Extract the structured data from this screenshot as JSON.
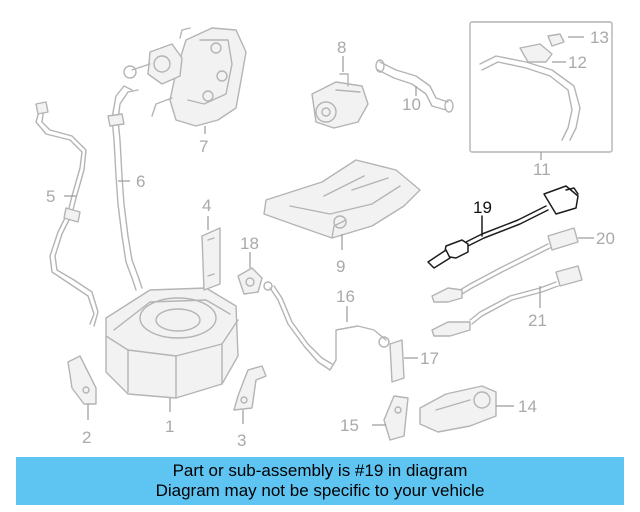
{
  "callouts": {
    "c1": "1",
    "c2": "2",
    "c3": "3",
    "c4": "4",
    "c5": "5",
    "c6": "6",
    "c7": "7",
    "c8": "8",
    "c9": "9",
    "c10": "10",
    "c11": "11",
    "c12": "12",
    "c13": "13",
    "c14": "14",
    "c15": "15",
    "c16": "16",
    "c17": "17",
    "c18": "18",
    "c19": "19",
    "c20": "20",
    "c21": "21"
  },
  "highlighted_part": "19",
  "banner": {
    "line1": "Part or sub-assembly is #19 in diagram",
    "line2": "Diagram may not be specific to your vehicle",
    "background": "#5ec5f3"
  }
}
